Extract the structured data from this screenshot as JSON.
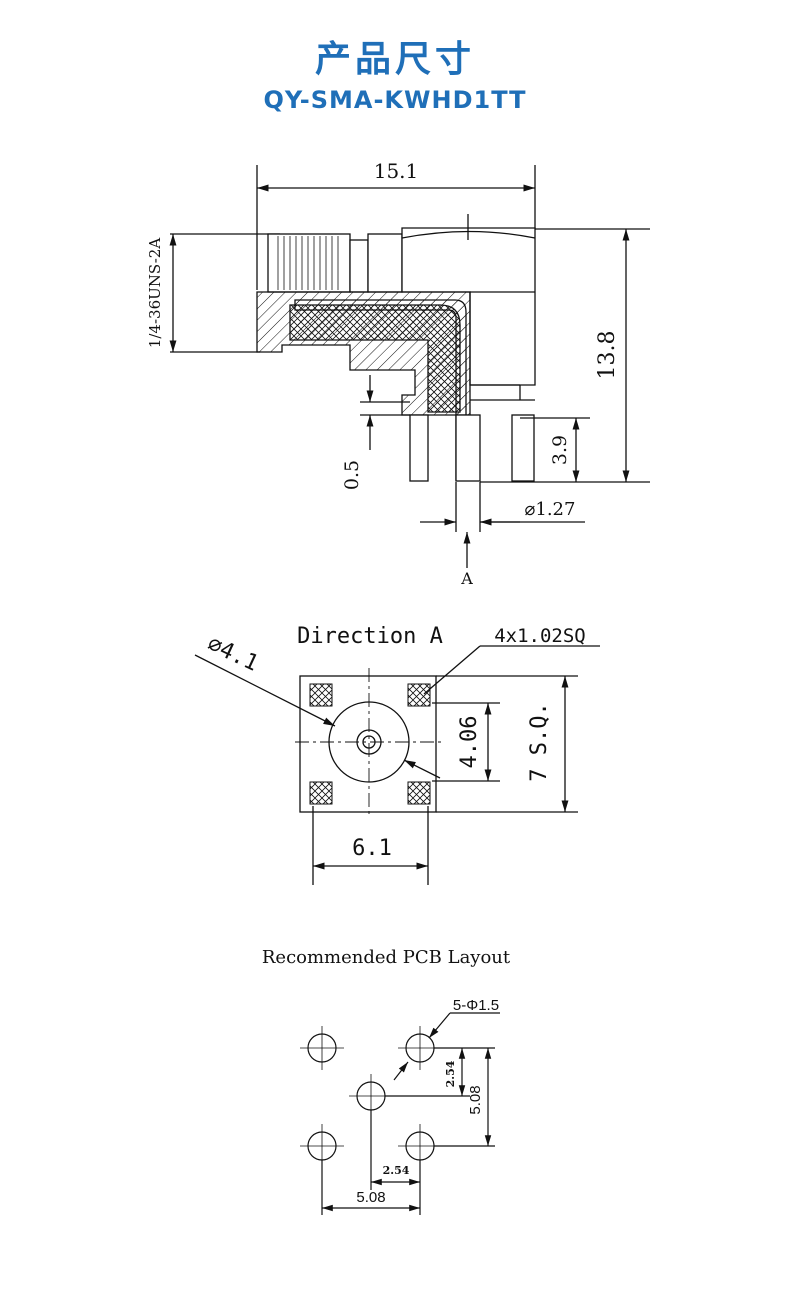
{
  "header": {
    "title_cn": "产品尺寸",
    "model": "QY-SMA-KWHD1TT"
  },
  "side_view": {
    "width_dim": "15.1",
    "thread_spec": "1/4-36UNS-2A",
    "height_dim": "13.8",
    "pin_height_dim": "3.9",
    "gap_dim": "0.5",
    "pin_dia_dim": "⌀1.27",
    "view_arrow_label": "A"
  },
  "direction_view": {
    "heading": "Direction A",
    "pin_spec": "4x1.02SQ",
    "dia_dim": "⌀4.1",
    "inner_dim": "4.06",
    "square_dim": "7 S.Q.",
    "width_dim": "6.1"
  },
  "pcb_layout": {
    "heading": "Recommended PCB Layout",
    "holes_spec": "5-Φ1.5",
    "pitch_v": "2.54",
    "span_v": "5.08",
    "pitch_h": "2.54",
    "span_h": "5.08"
  },
  "colors": {
    "title": "#1f6fb8",
    "line": "#111111"
  }
}
